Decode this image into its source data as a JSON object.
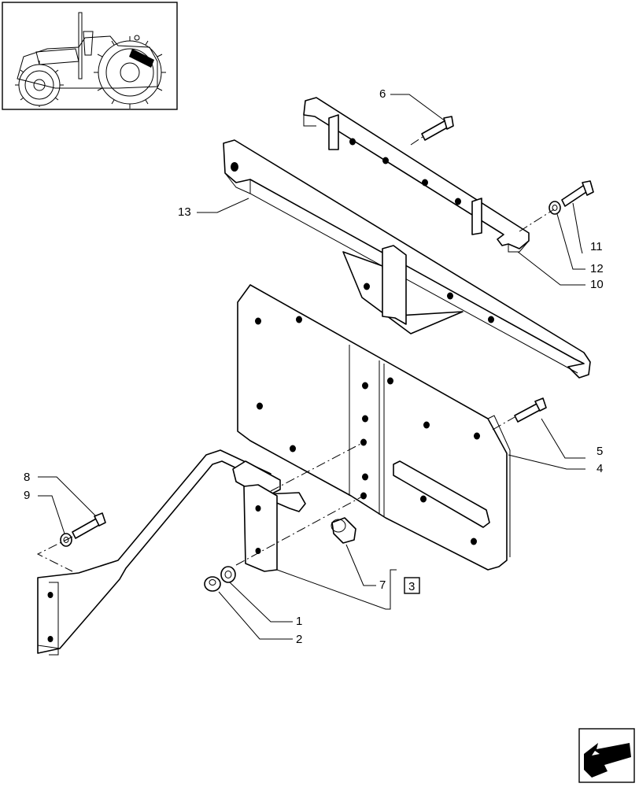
{
  "callouts": [
    {
      "id": "c1",
      "label": "1"
    },
    {
      "id": "c2",
      "label": "2"
    },
    {
      "id": "c3",
      "label": "3"
    },
    {
      "id": "c4",
      "label": "4"
    },
    {
      "id": "c5",
      "label": "5"
    },
    {
      "id": "c6",
      "label": "6"
    },
    {
      "id": "c7",
      "label": "7"
    },
    {
      "id": "c8",
      "label": "8"
    },
    {
      "id": "c9",
      "label": "9"
    },
    {
      "id": "c10",
      "label": "10"
    },
    {
      "id": "c11",
      "label": "11"
    },
    {
      "id": "c12",
      "label": "12"
    },
    {
      "id": "c13",
      "label": "13"
    }
  ],
  "icons": {
    "thumbnail": "tractor-thumbnail-icon",
    "navigation": "next-page-arrow-icon"
  }
}
